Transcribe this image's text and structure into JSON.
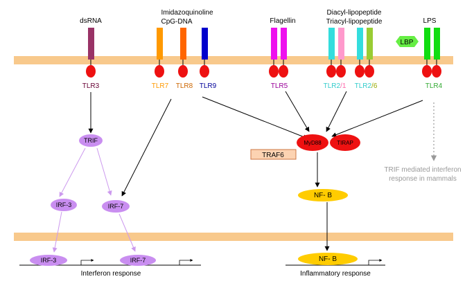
{
  "colors": {
    "membrane": "#f8c98c",
    "red": "#ee1111",
    "purple_node": "#c98ef0",
    "purple_arrow": "#cc99ee",
    "yellow": "#ffcc00",
    "dashed": "#999999",
    "traf6_fill": "#fcd3b2",
    "traf6_stroke": "#cc7744",
    "lbp": "#66ee44"
  },
  "ligands": {
    "dsrna": "dsRNA",
    "imidazoquinoline": "Imidazoquinoline",
    "cpg": "CpG-DNA",
    "flagellin": "Flagellin",
    "diacyl": "Diacyl-lipopeptide",
    "triacyl": "Triacyl-lipopeptide",
    "lps": "LPS"
  },
  "lbp": "LBP",
  "receptors": {
    "tlr3": "TLR3",
    "tlr7": "TLR7",
    "tlr8": "TLR8",
    "tlr9": "TLR9",
    "tlr5": "TLR5",
    "tlr2a_main": "TLR2",
    "tlr2a_partner": "/1",
    "tlr2b_main": "TLR2",
    "tlr2b_partner": "/6",
    "tlr4": "TLR4"
  },
  "receptor_colors": {
    "tlr3": "#993366",
    "tlr7": "#ff9900",
    "tlr8": "#ff6600",
    "tlr9": "#0000cc",
    "tlr5": "#ee11ee",
    "tlr2": "#33dddd",
    "tlr1": "#ff99cc",
    "tlr6": "#99cc33",
    "tlr4": "#11dd11"
  },
  "label_colors": {
    "tlr3": "#660033",
    "tlr7": "#ff9900",
    "tlr8": "#cc6600",
    "tlr9": "#000099",
    "tlr5": "#990099",
    "tlr2": "#33cccc",
    "tlr1": "#ff66aa",
    "tlr6": "#99aa00",
    "tlr4": "#33aa33"
  },
  "nodes": {
    "trif": "TRIF",
    "irf3": "IRF-3",
    "irf7": "IRF-7",
    "myd88": "MyD88",
    "tirap": "TIRAP",
    "traf6": "TRAF6",
    "nfkb": "NF- B"
  },
  "note": {
    "line1": "TRIF mediated interferon",
    "line2": "response in mammals"
  },
  "nucleus": {
    "irf3": "IRF-3",
    "irf7": "IRF-7",
    "nfkb": "NF- B"
  },
  "captions": {
    "interferon": "Interferon response",
    "inflammatory": "Inflammatory response"
  }
}
